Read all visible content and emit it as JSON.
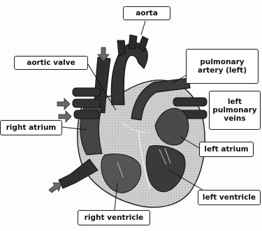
{
  "labels": {
    "aorta": "aorta",
    "aortic_valve": "aortic valve",
    "pulmonary_artery": "pulmonary\nartery (left)",
    "pulmonary_veins": "left\npulmonary\nveins",
    "right_atrium": "right atrium",
    "left_atrium": "left atrium",
    "left_ventricle": "left ventricle",
    "right_ventricle": "right ventricle"
  },
  "colors": {
    "muscle_light": "#c9c9c9",
    "muscle_stipple": "#9a9a9a",
    "vessel_dark": "#2d2d2d",
    "chamber_dark": "#3a3a3a",
    "outline": "#111111"
  }
}
